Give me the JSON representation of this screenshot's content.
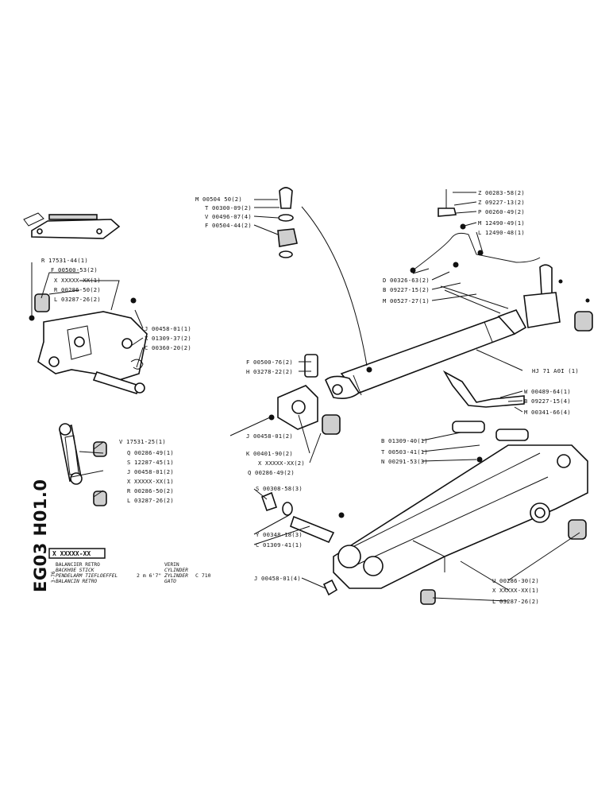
{
  "sheet": {
    "code": "EG03 H01.0",
    "date": "3-76",
    "ref_box": "X XXXXX-XX",
    "titles": [
      "BALANCIER RETRO",
      "BACKHOE STICK",
      "PENDELARM TIEFLOEFFEL",
      "BALANCIN RETRO"
    ],
    "size": "2 m 6'7\"",
    "verin_titles": [
      "VERIN",
      "CYLINDER",
      "ZYLINDER",
      "GATO"
    ],
    "verin_ref": "C 710"
  },
  "labels": {
    "m00504": "M 00504 50(2)",
    "t00300": "T 00300-09(2)",
    "v00496": "V 00496-07(4)",
    "f00504": "F 00504-44(2)",
    "z00283": "Z 00283-58(2)",
    "z09227": "Z 09227-13(2)",
    "p00260": "P 00260-49(2)",
    "m12490": "M 12490-49(1)",
    "l12490": "L 12490-48(1)",
    "r17531": "R 17531-44(1)",
    "f00500a": "F 00500-53(2)",
    "xa": "X XXXXX-XX(1)",
    "r00286a": "R 00286-50(2)",
    "l03287a": "L 03287-26(2)",
    "j00458a": "J 00458-01(1)",
    "x01309": "X 01309-37(2)",
    "c00360": "C 00360-20(2)",
    "d00326": "D 00326-63(2)",
    "b09227a": "B 09227-15(2)",
    "m00527": "M 00527-27(1)",
    "hj71": "HJ 71 A0I (1)",
    "f00500b": "F 00500-76(2)",
    "h03278": "H 03278-22(2)",
    "w00489": "W 00489-64(1)",
    "b09227b": "B 09227-15(4)",
    "m00341": "M 00341-66(4)",
    "j00458b": "J 00458-01(2)",
    "k00401": "K 00401-90(2)",
    "xb": "X XXXXX-XX(2)",
    "q00286b": "Q 00286-49(2)",
    "b01309": "B 01309-40(1)",
    "t00503": "T 00503-41(1)",
    "n00291": "N 00291-53(3)",
    "v17531": "V 17531-25(1)",
    "q00286a": "Q 00286-49(1)",
    "s12287": "S 12287-45(1)",
    "j00458c": "J 00458-01(2)",
    "xc": "X XXXXX-XX(1)",
    "r00286b": "R 00286-50(2)",
    "l03287b": "L 03287-26(2)",
    "s00308": "S 00308-58(3)",
    "y00348": "Y 00348-18(3)",
    "c01309": "C 01309-41(1)",
    "j00458d": "J 00458-01(4)",
    "u00286": "U 00286-30(2)",
    "xd": "X XXXXX-XX(1)",
    "l03287c": "L 03287-26(2)"
  }
}
